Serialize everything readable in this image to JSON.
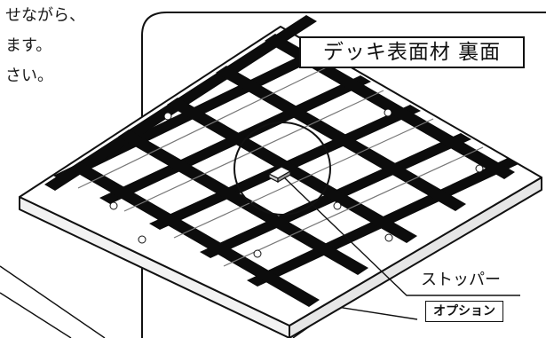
{
  "instructions": {
    "line1": "せながら、",
    "line2": "ます。",
    "line3": "さい。"
  },
  "panel": {
    "title": "デッキ表面材 裏面"
  },
  "callout": {
    "label": "ストッパー",
    "badge": "オプション"
  }
}
